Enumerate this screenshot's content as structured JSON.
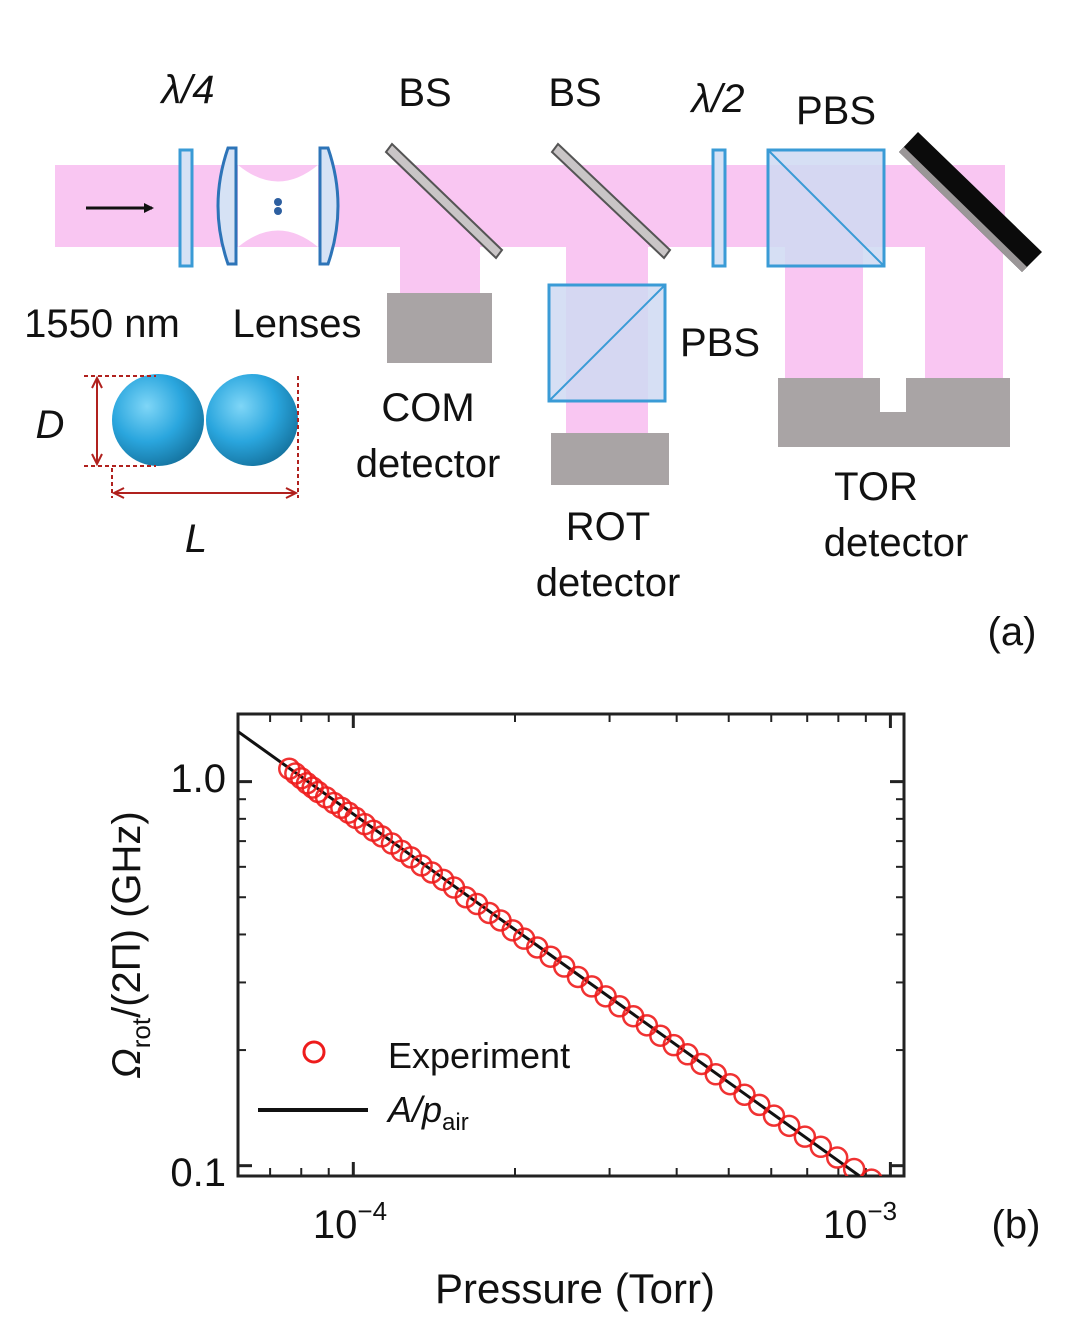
{
  "panel_a": {
    "labels": {
      "quarter_wave": "λ/4",
      "bs1": "BS",
      "bs2": "BS",
      "half_wave": "λ/2",
      "pbs_main": "PBS",
      "pbs_rot": "PBS",
      "wavelength": "1550 nm",
      "lenses": "Lenses",
      "com_line1": "COM",
      "com_line2": "detector",
      "rot_line1": "ROT",
      "rot_line2": "detector",
      "tor_line1": "TOR",
      "tor_line2": "detector",
      "dim_d": "D",
      "dim_l": "L",
      "panel_label": "(a)"
    },
    "colors": {
      "beam": "#f9c6f2",
      "optic_edge": "#3a9bd6",
      "optic_fill": "#d6e2f5",
      "detector": "#a9a4a5",
      "mirror": "#0b0b0b",
      "sphere": "#2aa6de",
      "dimension": "#b0211e"
    }
  },
  "panel_b": {
    "panel_label": "(b)",
    "legend": {
      "experiment": "Experiment",
      "fit_main": "A/p",
      "fit_sub": "air"
    }
  },
  "chart_data": {
    "type": "scatter",
    "xlabel": "Pressure (Torr)",
    "ylabel_main": "Ω",
    "ylabel_sub": "rot",
    "ylabel_rest": "/(2Π) (GHz)",
    "x_scale": "log",
    "y_scale": "log",
    "xlim": [
      6.1e-05,
      0.00106
    ],
    "ylim": [
      0.094,
      1.5
    ],
    "x_ticks": [
      {
        "value": 0.0001,
        "base": "10",
        "exp": "−4"
      },
      {
        "value": 0.001,
        "base": "10",
        "exp": "−3"
      }
    ],
    "y_ticks": [
      {
        "value": 1.0,
        "label": "1.0"
      },
      {
        "value": 0.1,
        "label": "0.1"
      }
    ],
    "legend_position": "bottom-left",
    "marker_color": "#ee1c1c",
    "line_color": "#111111",
    "series": [
      {
        "name": "Experiment",
        "kind": "scatter",
        "x": [
          7.6e-05,
          7.8e-05,
          8e-05,
          8.2e-05,
          8.4e-05,
          8.6e-05,
          8.9e-05,
          9.2e-05,
          9.5e-05,
          9.8e-05,
          0.000101,
          0.000105,
          0.000109,
          0.000113,
          0.000118,
          0.000123,
          0.000128,
          0.000134,
          0.00014,
          0.000147,
          0.000154,
          0.000162,
          0.00017,
          0.000179,
          0.000188,
          0.000198,
          0.000208,
          0.00022,
          0.000233,
          0.000247,
          0.000262,
          0.000278,
          0.000295,
          0.000313,
          0.000332,
          0.000352,
          0.000373,
          0.000395,
          0.000419,
          0.000445,
          0.000473,
          0.000503,
          0.000535,
          0.00057,
          0.000607,
          0.000648,
          0.000693,
          0.000742,
          0.000796,
          0.000856,
          0.000922,
          0.000996
        ],
        "y": [
          1.08,
          1.05,
          1.02,
          0.99,
          0.965,
          0.94,
          0.91,
          0.88,
          0.855,
          0.83,
          0.805,
          0.775,
          0.745,
          0.72,
          0.69,
          0.66,
          0.635,
          0.605,
          0.58,
          0.555,
          0.53,
          0.5,
          0.48,
          0.455,
          0.435,
          0.41,
          0.39,
          0.37,
          0.35,
          0.33,
          0.31,
          0.293,
          0.276,
          0.26,
          0.245,
          0.232,
          0.218,
          0.206,
          0.195,
          0.184,
          0.173,
          0.163,
          0.153,
          0.144,
          0.135,
          0.127,
          0.119,
          0.112,
          0.105,
          0.098,
          0.092,
          0.087
        ]
      },
      {
        "name": "A/p_air",
        "kind": "line",
        "x": [
          6.1e-05,
          0.00106
        ],
        "y": [
          1.35,
          0.0777
        ]
      }
    ]
  }
}
